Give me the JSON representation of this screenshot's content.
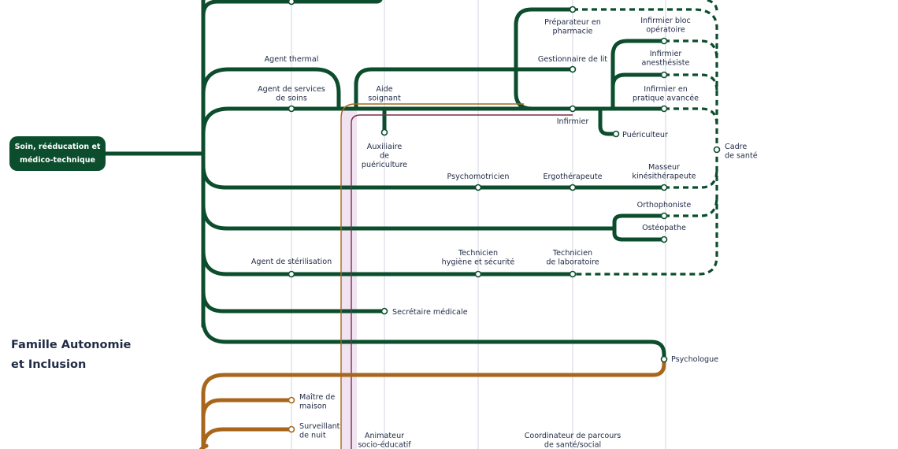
{
  "colors": {
    "green": "#0b4d2c",
    "brown": "#a8661c",
    "maroon": "#7a2f48",
    "grid": "#d0d4e0",
    "pink_band": "#f1e3f1",
    "text": "#1f2a44"
  },
  "root_label": "Soin, rééducation et\nmédico-technique",
  "family_title": "Famille Autonomie\net Inclusion",
  "jobs": {
    "agent_thermal": "Agent thermal",
    "agent_services_soins": "Agent de services\nde soins",
    "aide_soignant": "Aide\nsoignant",
    "auxiliaire_puericulture": "Auxiliaire\nde\npuériculture",
    "preparateur_pharmacie": "Préparateur en\npharmacie",
    "gestionnaire_lit": "Gestionnaire de lit",
    "infirmier": "Infirmier",
    "puericulteur": "Puériculteur",
    "infirmier_bloc": "Infirmier bloc\nopératoire",
    "infirmier_anesthesiste": "Infirmier\nanesthésiste",
    "infirmier_pratique_avancee": "Infirmier en\npratique avancée",
    "cadre_sante": "Cadre\nde santé",
    "psychomotricien": "Psychomotricien",
    "ergotherapeute": "Ergothérapeute",
    "masseur_kinesitherapeute": "Masseur\nkinésithérapeute",
    "orthophoniste": "Orthophoniste",
    "osteopathe": "Ostéopathe",
    "agent_sterilisation": "Agent de stérilisation",
    "technicien_hygiene": "Technicien\nhygiène et sécurité",
    "technicien_laboratoire": "Technicien\nde laboratoire",
    "secretaire_medicale": "Secrétaire médicale",
    "psychologue": "Psychologue",
    "maitre_maison": "Maître de\nmaison",
    "surveillant_nuit": "Surveillant\nde nuit",
    "animateur_socio_educatif": "Animateur\nsocio-éducatif",
    "coordinateur_parcours": "Coordinateur de parcours\nde santé/social"
  }
}
